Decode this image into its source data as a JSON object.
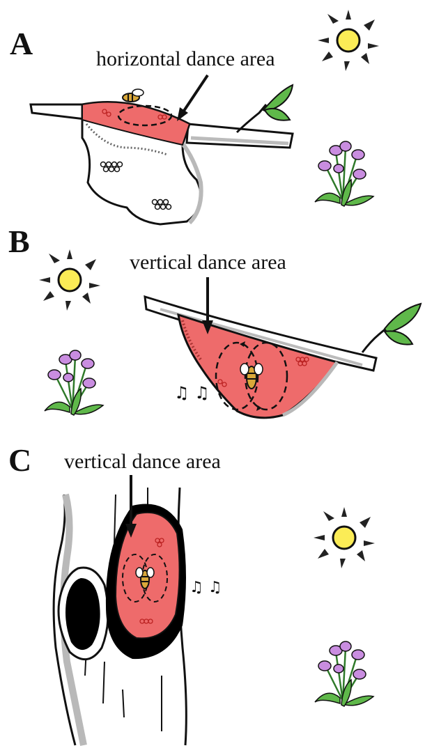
{
  "panels": [
    {
      "letter": "A",
      "label": "horizontal dance area"
    },
    {
      "letter": "B",
      "label": "vertical dance area"
    },
    {
      "letter": "C",
      "label": "vertical dance area"
    }
  ],
  "colors": {
    "comb": "#ee6b6b",
    "comb_dark": "#e04848",
    "sun": "#fbec56",
    "flower": "#c98de0",
    "leaf": "#5fb84a",
    "outline": "#111111",
    "branch_shadow": "#b9b9b9"
  },
  "icons": [
    "sun-icon",
    "flower-icon",
    "bee-icon",
    "music-note-icon",
    "arrow-icon",
    "honeycomb-icon",
    "branch-icon",
    "tree-trunk-icon"
  ]
}
